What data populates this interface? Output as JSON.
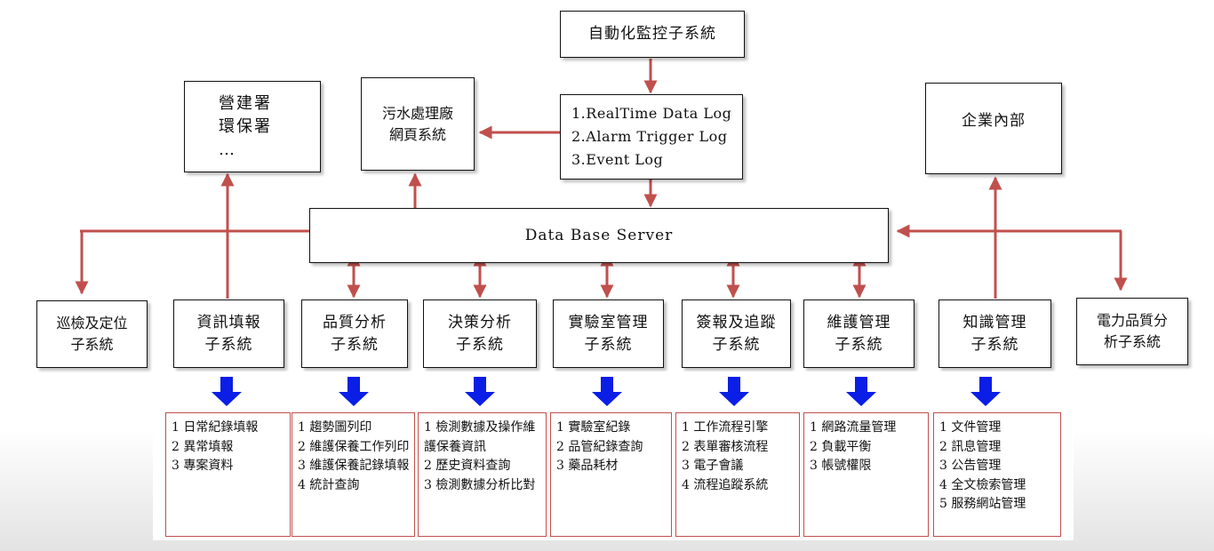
{
  "nodes": {
    "automation": "自動化監控子系統",
    "log_items": [
      "1.RealTime Data Log",
      "2.Alarm Trigger Log",
      "3.Event Log"
    ],
    "agencies": [
      "營建署",
      "環保署",
      "…"
    ],
    "web_system": [
      "污水處理廠",
      "網頁系統"
    ],
    "enterprise": "企業內部",
    "db_server": "Data Base Server",
    "patrol": [
      "巡檢及定位",
      "子系統"
    ],
    "power_quality": [
      "電力品質分",
      "析子系統"
    ]
  },
  "subsystems": [
    {
      "title": [
        "資訊填報",
        "子系統"
      ],
      "features": [
        "1 日常紀錄填報",
        "2 異常填報",
        "3 專案資料"
      ]
    },
    {
      "title": [
        "品質分析",
        "子系統"
      ],
      "features": [
        "1 趨勢圖列印",
        "2 維護保養工作列印",
        "3 維護保養記錄填報",
        "4 統計查詢"
      ]
    },
    {
      "title": [
        "決策分析",
        "子系統"
      ],
      "features": [
        "1 檢測數據及操作維護保養資訊",
        "2 歷史資料查詢",
        "3 檢測數據分析比對"
      ]
    },
    {
      "title": [
        "實驗室管理",
        "子系統"
      ],
      "features": [
        "1 實驗室紀錄",
        "2 品管紀錄查詢",
        "3 藥品耗材"
      ]
    },
    {
      "title": [
        "簽報及追蹤",
        "子系統"
      ],
      "features": [
        "1 工作流程引擎",
        "2 表單審核流程",
        "3 電子會議",
        "4 流程追蹤系統"
      ]
    },
    {
      "title": [
        "維護管理",
        "子系統"
      ],
      "features": [
        "1 網路流量管理",
        "2 負載平衡",
        "3 帳號權限"
      ]
    },
    {
      "title": [
        "知識管理",
        "子系統"
      ],
      "features": [
        "1 文件管理",
        "2 訊息管理",
        "3 公告管理",
        "4 全文檢索管理",
        "5 服務網站管理"
      ]
    }
  ],
  "colors": {
    "connector": "#c0504d",
    "flow_arrow": "#0a1ee6",
    "box_border": "#111111"
  }
}
